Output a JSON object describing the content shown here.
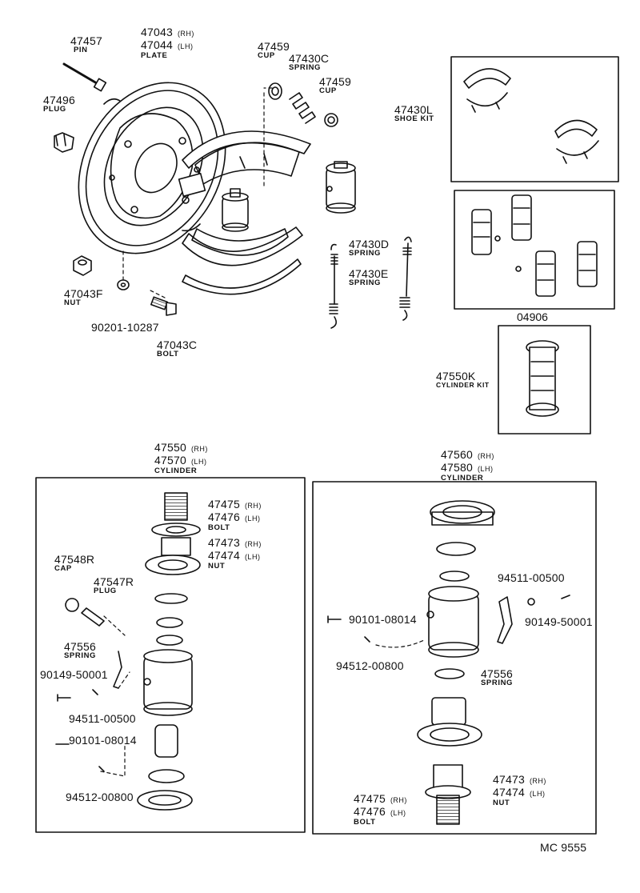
{
  "labels": {
    "pin_num": "47457",
    "pin_name": "PIN",
    "plate_rh_num": "47043",
    "plate_rh_side": "(RH)",
    "plate_lh_num": "47044",
    "plate_lh_side": "(LH)",
    "plate_name": "PLATE",
    "cup1_num": "47459",
    "cup1_name": "CUP",
    "springc_num": "47430C",
    "springc_name": "SPRING",
    "cup2_num": "47459",
    "cup2_name": "CUP",
    "plug_num": "47496",
    "plug_name": "PLUG",
    "shoekit_num": "47430L",
    "shoekit_name": "SHOE KIT",
    "springd_num": "47430D",
    "springd_name": "SPRING",
    "springe_num": "47430E",
    "springe_name": "SPRING",
    "nut_num": "47043F",
    "nut_name": "NUT",
    "washer_num": "90201-10287",
    "bolt_num": "47043C",
    "bolt_name": "BOLT",
    "kit04906_num": "04906",
    "cylkit_num": "47550K",
    "cylkit_name": "CYLINDER KIT",
    "cylL_rh_num": "47550",
    "cylL_rh_side": "(RH)",
    "cylL_lh_num": "47570",
    "cylL_lh_side": "(LH)",
    "cylL_name": "CYLINDER",
    "cylR_rh_num": "47560",
    "cylR_rh_side": "(RH)",
    "cylR_lh_num": "47580",
    "cylR_lh_side": "(LH)",
    "cylR_name": "CYLINDER",
    "L_bolt_rh_num": "47475",
    "L_bolt_rh_side": "(RH)",
    "L_bolt_lh_num": "47476",
    "L_bolt_lh_side": "(LH)",
    "L_bolt_name": "BOLT",
    "L_nut_rh_num": "47473",
    "L_nut_rh_side": "(RH)",
    "L_nut_lh_num": "47474",
    "L_nut_lh_side": "(LH)",
    "L_nut_name": "NUT",
    "cap_num": "47548R",
    "cap_name": "CAP",
    "plug2_num": "47547R",
    "plug2_name": "PLUG",
    "L_spring_num": "47556",
    "L_spring_name": "SPRING",
    "L_screw1_num": "90149-50001",
    "L_nut2_num": "94511-00500",
    "L_screw2_num": "90101-08014",
    "L_nut3_num": "94512-00800",
    "R_nut1_num": "94511-00500",
    "R_screw1_num": "90149-50001",
    "R_screw2_num": "90101-08014",
    "R_nut2_num": "94512-00800",
    "R_spring_num": "47556",
    "R_spring_name": "SPRING",
    "R_nut_rh_num": "47473",
    "R_nut_rh_side": "(RH)",
    "R_nut_lh_num": "47474",
    "R_nut_lh_side": "(LH)",
    "R_nut_name": "NUT",
    "R_bolt_rh_num": "47475",
    "R_bolt_rh_side": "(RH)",
    "R_bolt_lh_num": "47476",
    "R_bolt_lh_side": "(LH)",
    "R_bolt_name": "BOLT",
    "footer": "MC 9555"
  },
  "colors": {
    "ink": "#111111",
    "paper": "#ffffff"
  }
}
